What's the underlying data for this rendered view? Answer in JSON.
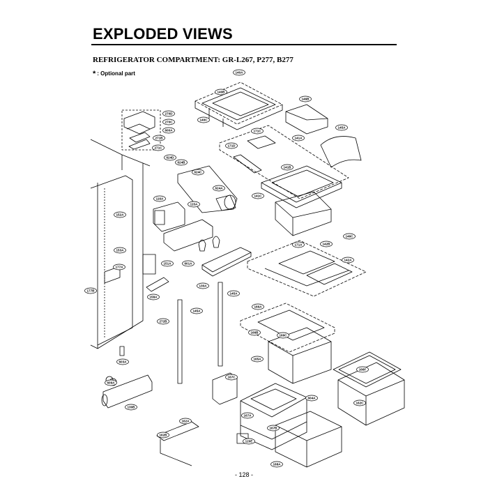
{
  "header": {
    "title": "EXPLODED VIEWS",
    "subtitle": "REFRIGERATOR COMPARTMENT: GR-L267, P277, B277",
    "optional_mark": "*",
    "optional_label": ": Optional part"
  },
  "footer": {
    "page_number": "- 128 -"
  },
  "callouts": [
    "140A",
    "140B",
    "140C",
    "146B",
    "145A",
    "171C",
    "171D",
    "141A",
    "141B",
    "141C",
    "270D",
    "270C",
    "600A",
    "271B",
    "271C",
    "624D",
    "624B",
    "624C",
    "624A",
    "116A",
    "115A",
    "152A",
    "153A",
    "177A",
    "177B",
    "151A",
    "158A",
    "601A",
    "130A",
    "145A",
    "145A",
    "171A",
    "142B",
    "142A",
    "146C",
    "166A",
    "166B",
    "166C",
    "165A",
    "166F",
    "272B",
    "603A",
    "609A",
    "130B",
    "167C",
    "604A",
    "167A",
    "162A",
    "162B",
    "167B",
    "120E",
    "168A",
    "162C"
  ]
}
